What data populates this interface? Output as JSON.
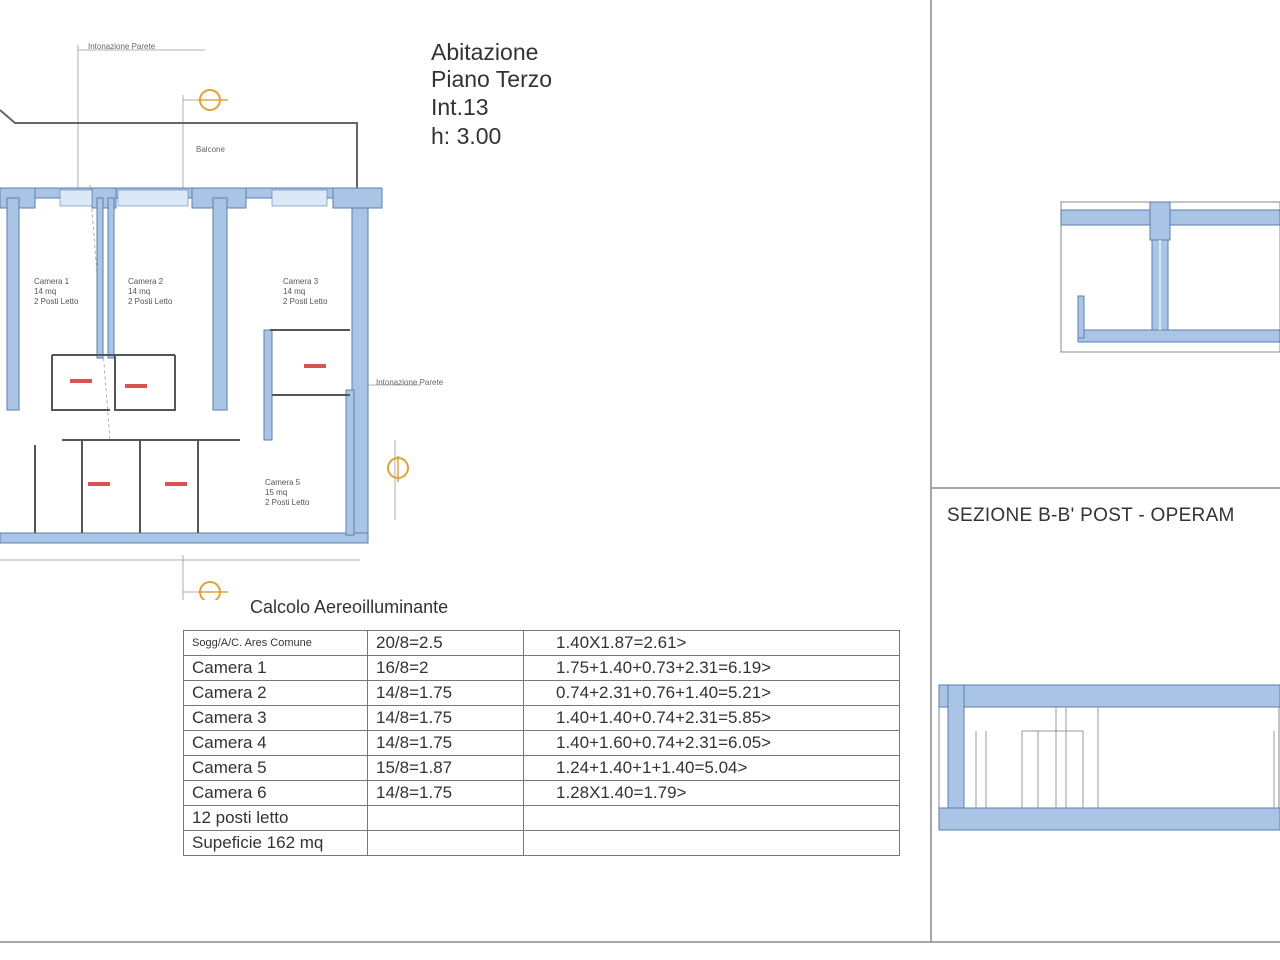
{
  "header": {
    "lines": [
      "Abitazione",
      "Piano Terzo",
      "Int.13",
      "h: 3.00"
    ]
  },
  "section": {
    "title": "SEZIONE B-B' POST - OPERAM"
  },
  "plan": {
    "annotation_top": "Intonazione Parete",
    "annotation_right": "Intonazione Parete",
    "balcony_label": "Balcone",
    "rooms": [
      {
        "name": "Camera 1",
        "area": "14 mq",
        "beds": "2 Posti Letto"
      },
      {
        "name": "Camera 2",
        "area": "14 mq",
        "beds": "2 Posti Letto"
      },
      {
        "name": "Camera 3",
        "area": "14 mq",
        "beds": "2 Posti Letto"
      },
      {
        "name": "Camera 5",
        "area": "15 mq",
        "beds": "2 Posti Letto"
      }
    ]
  },
  "calc": {
    "title": "Calcolo Aereoilluminante",
    "rows": [
      [
        "Sogg/A/C. Ares Comune",
        "20/8=2.5",
        "1.40X1.87=2.61>"
      ],
      [
        "Camera 1",
        "16/8=2",
        "1.75+1.40+0.73+2.31=6.19>"
      ],
      [
        "Camera 2",
        "14/8=1.75",
        "0.74+2.31+0.76+1.40=5.21>"
      ],
      [
        "Camera 3",
        "14/8=1.75",
        "1.40+1.40+0.74+2.31=5.85>"
      ],
      [
        "Camera 4",
        "14/8=1.75",
        "1.40+1.60+0.74+2.31=6.05>"
      ],
      [
        "Camera 5",
        "15/8=1.87",
        "1.24+1.40+1+1.40=5.04>"
      ],
      [
        "Camera 6",
        "14/8=1.75",
        "1.28X1.40=1.79>"
      ],
      [
        "12 posti letto",
        "",
        ""
      ],
      [
        "Supeficie 162 mq",
        "",
        ""
      ]
    ]
  },
  "colors": {
    "wall": "#a9c4e4",
    "wall_edge": "#5b7fae",
    "line": "#555555",
    "marker": "#e0a23a",
    "door_mark": "#d9534f"
  }
}
